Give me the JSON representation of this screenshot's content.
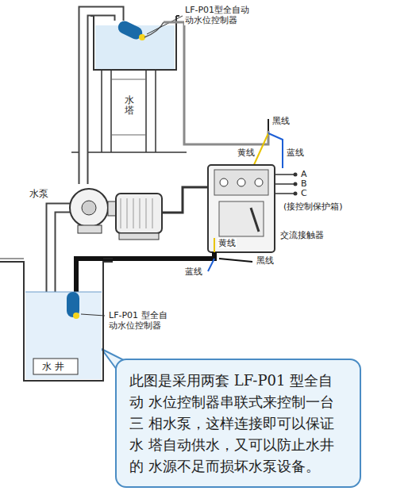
{
  "diagram": {
    "nodes": [
      {
        "text": [
          "此图是采用两套 LF-P01 型全自动 水位控制器串联式来控制一台三 相水泵，这样连接即可以保证水 塔自动供水，又可以防止水井的 水源不足而损坏水泵设备。"
        ]
      }
    ],
    "labels": [
      "LF-P01型全自动 动水位控制器",
      "水塔",
      "黑线",
      "黄线",
      "蓝线",
      "A",
      "B",
      "C",
      "(接控制保护箱)",
      "水泵",
      "交流接触器",
      "黄线",
      "蓝线",
      "黑线",
      "LF-P01 型全自 动水位控制器",
      "水 井"
    ]
  }
}
